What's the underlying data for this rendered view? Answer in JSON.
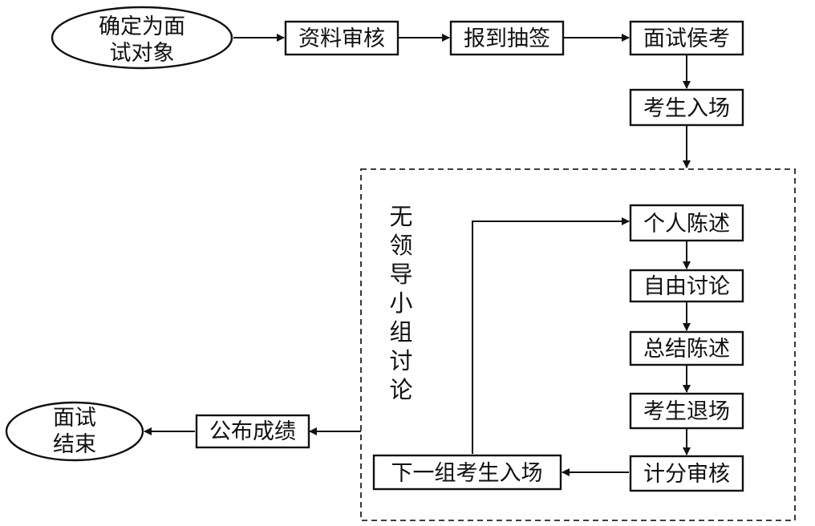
{
  "diagram": {
    "nodes": {
      "start": {
        "lines": [
          "确定为面",
          "试对象"
        ]
      },
      "review": {
        "label": "资料审核"
      },
      "checkin": {
        "label": "报到抽签"
      },
      "wait": {
        "label": "面试侯考"
      },
      "enter": {
        "label": "考生入场"
      },
      "statement": {
        "label": "个人陈述"
      },
      "discussion": {
        "label": "自由讨论"
      },
      "summary": {
        "label": "总结陈述"
      },
      "exit": {
        "label": "考生退场"
      },
      "scoring": {
        "label": "计分审核"
      },
      "next_group": {
        "label": "下一组考生入场"
      },
      "publish": {
        "label": "公布成绩"
      },
      "end": {
        "lines": [
          "面试",
          "结束"
        ]
      }
    },
    "group": {
      "title_chars": [
        "无",
        "领",
        "导",
        "小",
        "组",
        "讨",
        "论"
      ]
    }
  }
}
